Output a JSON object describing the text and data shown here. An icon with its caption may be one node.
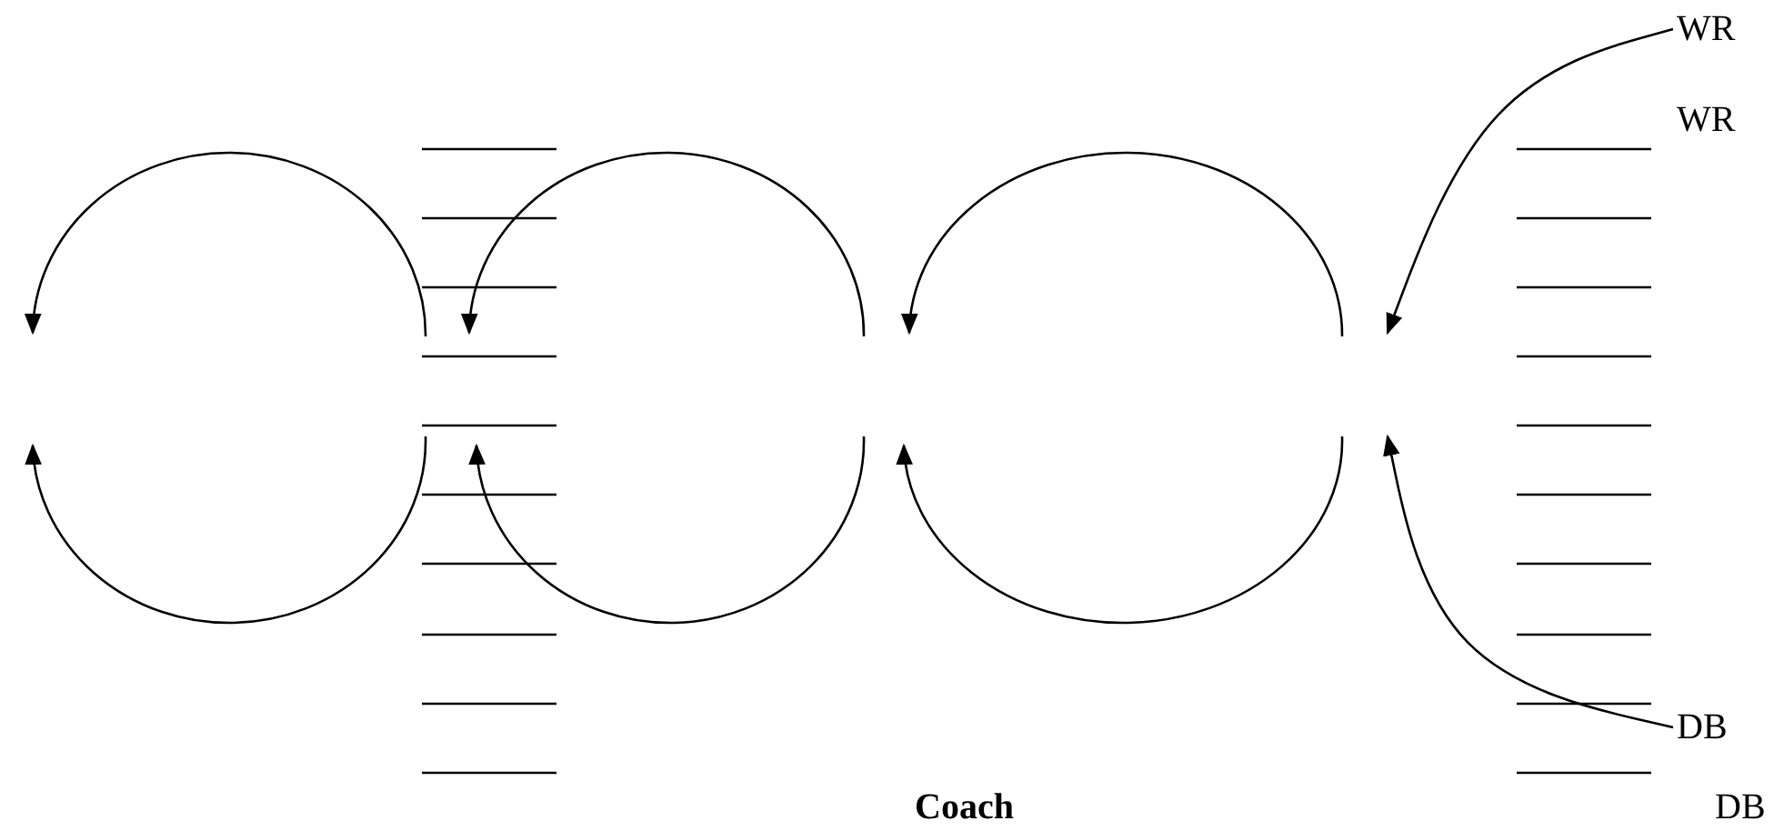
{
  "diagram": {
    "nodes": [
      {
        "text": [
          "WR"
        ]
      },
      {
        "text": [
          "DB"
        ]
      }
    ],
    "edges": [
      {
        "from": 0,
        "to": null,
        "arrow": "to"
      },
      {
        "from": 1,
        "to": null,
        "arrow": "to"
      }
    ],
    "labels": [
      "WR",
      "Coach",
      "DB"
    ]
  }
}
